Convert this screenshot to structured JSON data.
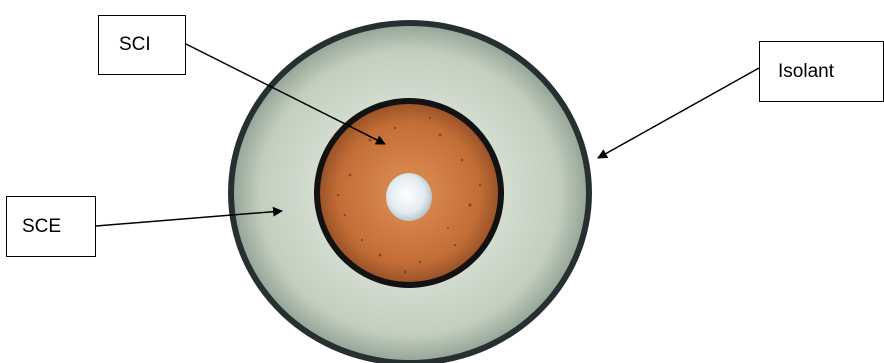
{
  "labels": {
    "sci": "SCI",
    "isolant": "Isolant",
    "sce": "SCE"
  },
  "colors": {
    "outer_ring": "#2a3030",
    "insulation": "#c7d3c2",
    "insulation_edge": "#9aa89c",
    "copper": "#c8753e",
    "copper_dark": "#8e4a22",
    "core": "#e6eef4",
    "arrow": "#000000"
  }
}
